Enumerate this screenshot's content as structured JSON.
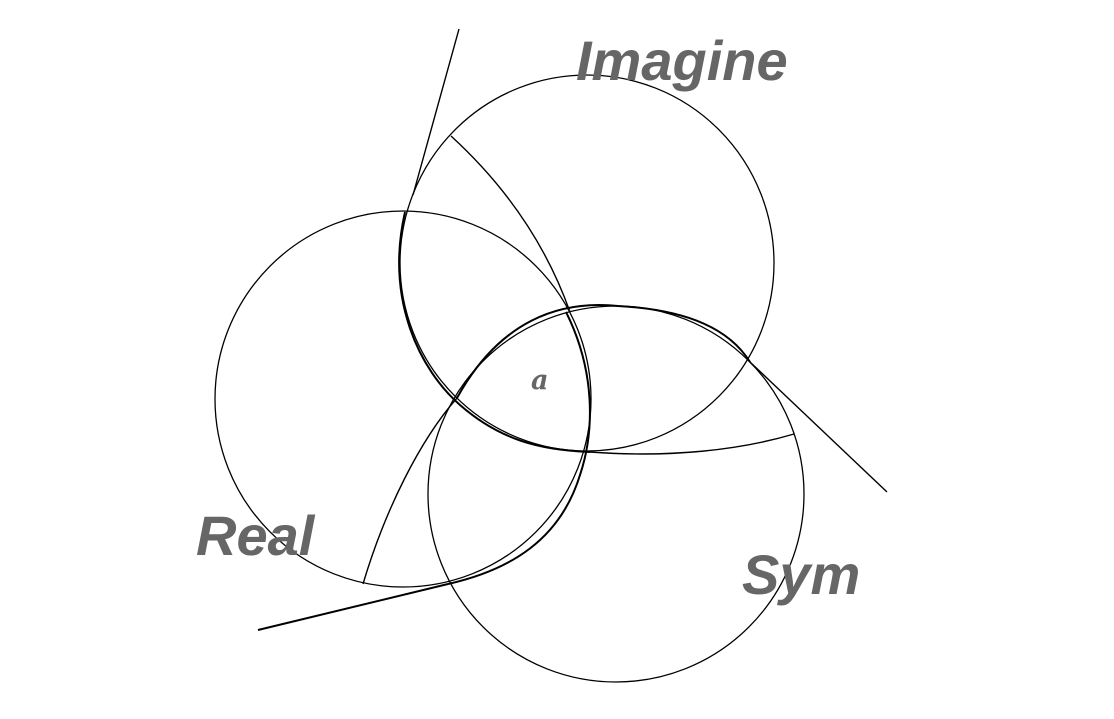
{
  "diagram": {
    "labels": {
      "imaginary": "Imagine",
      "real": "Real",
      "symbolic": "Sym",
      "center": "a"
    },
    "colors": {
      "label": "#666666",
      "line": "#000000",
      "background": "#ffffff"
    }
  }
}
